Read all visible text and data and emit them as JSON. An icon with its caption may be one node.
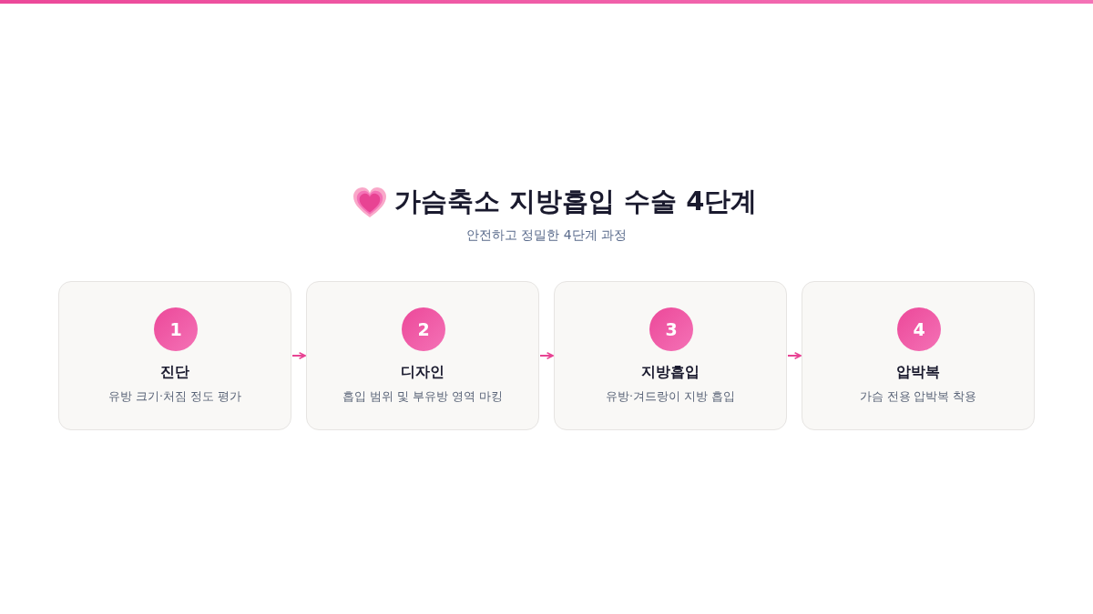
{
  "diagram": {
    "title": "가슴축소 지방흡입 수술 4단계",
    "nodes": [
      {
        "text": [
          "진단",
          "유방 크기·처짐 정도 평가"
        ]
      },
      {
        "text": [
          "1"
        ],
        "in": 0
      },
      {
        "text": [
          "디자인",
          "흡입 범위 및 부유방 영역 마킹"
        ]
      },
      {
        "text": [
          "2"
        ],
        "in": 2
      },
      {
        "text": [
          "지방흡입",
          "유방·겨드랑이 지방 흡입"
        ]
      },
      {
        "text": [
          "3"
        ],
        "in": 4
      },
      {
        "text": [
          "압박복",
          "가슴 전용 압박복 착용"
        ]
      },
      {
        "text": [
          "4"
        ],
        "in": 6
      }
    ],
    "edges": [
      {
        "from": 0,
        "to": 2,
        "arrow": "to"
      },
      {
        "from": 2,
        "to": 4,
        "arrow": "to"
      },
      {
        "from": 4,
        "to": 6,
        "arrow": "to"
      }
    ],
    "labels": [
      "안전하고 정밀한 4단계 과정"
    ]
  }
}
